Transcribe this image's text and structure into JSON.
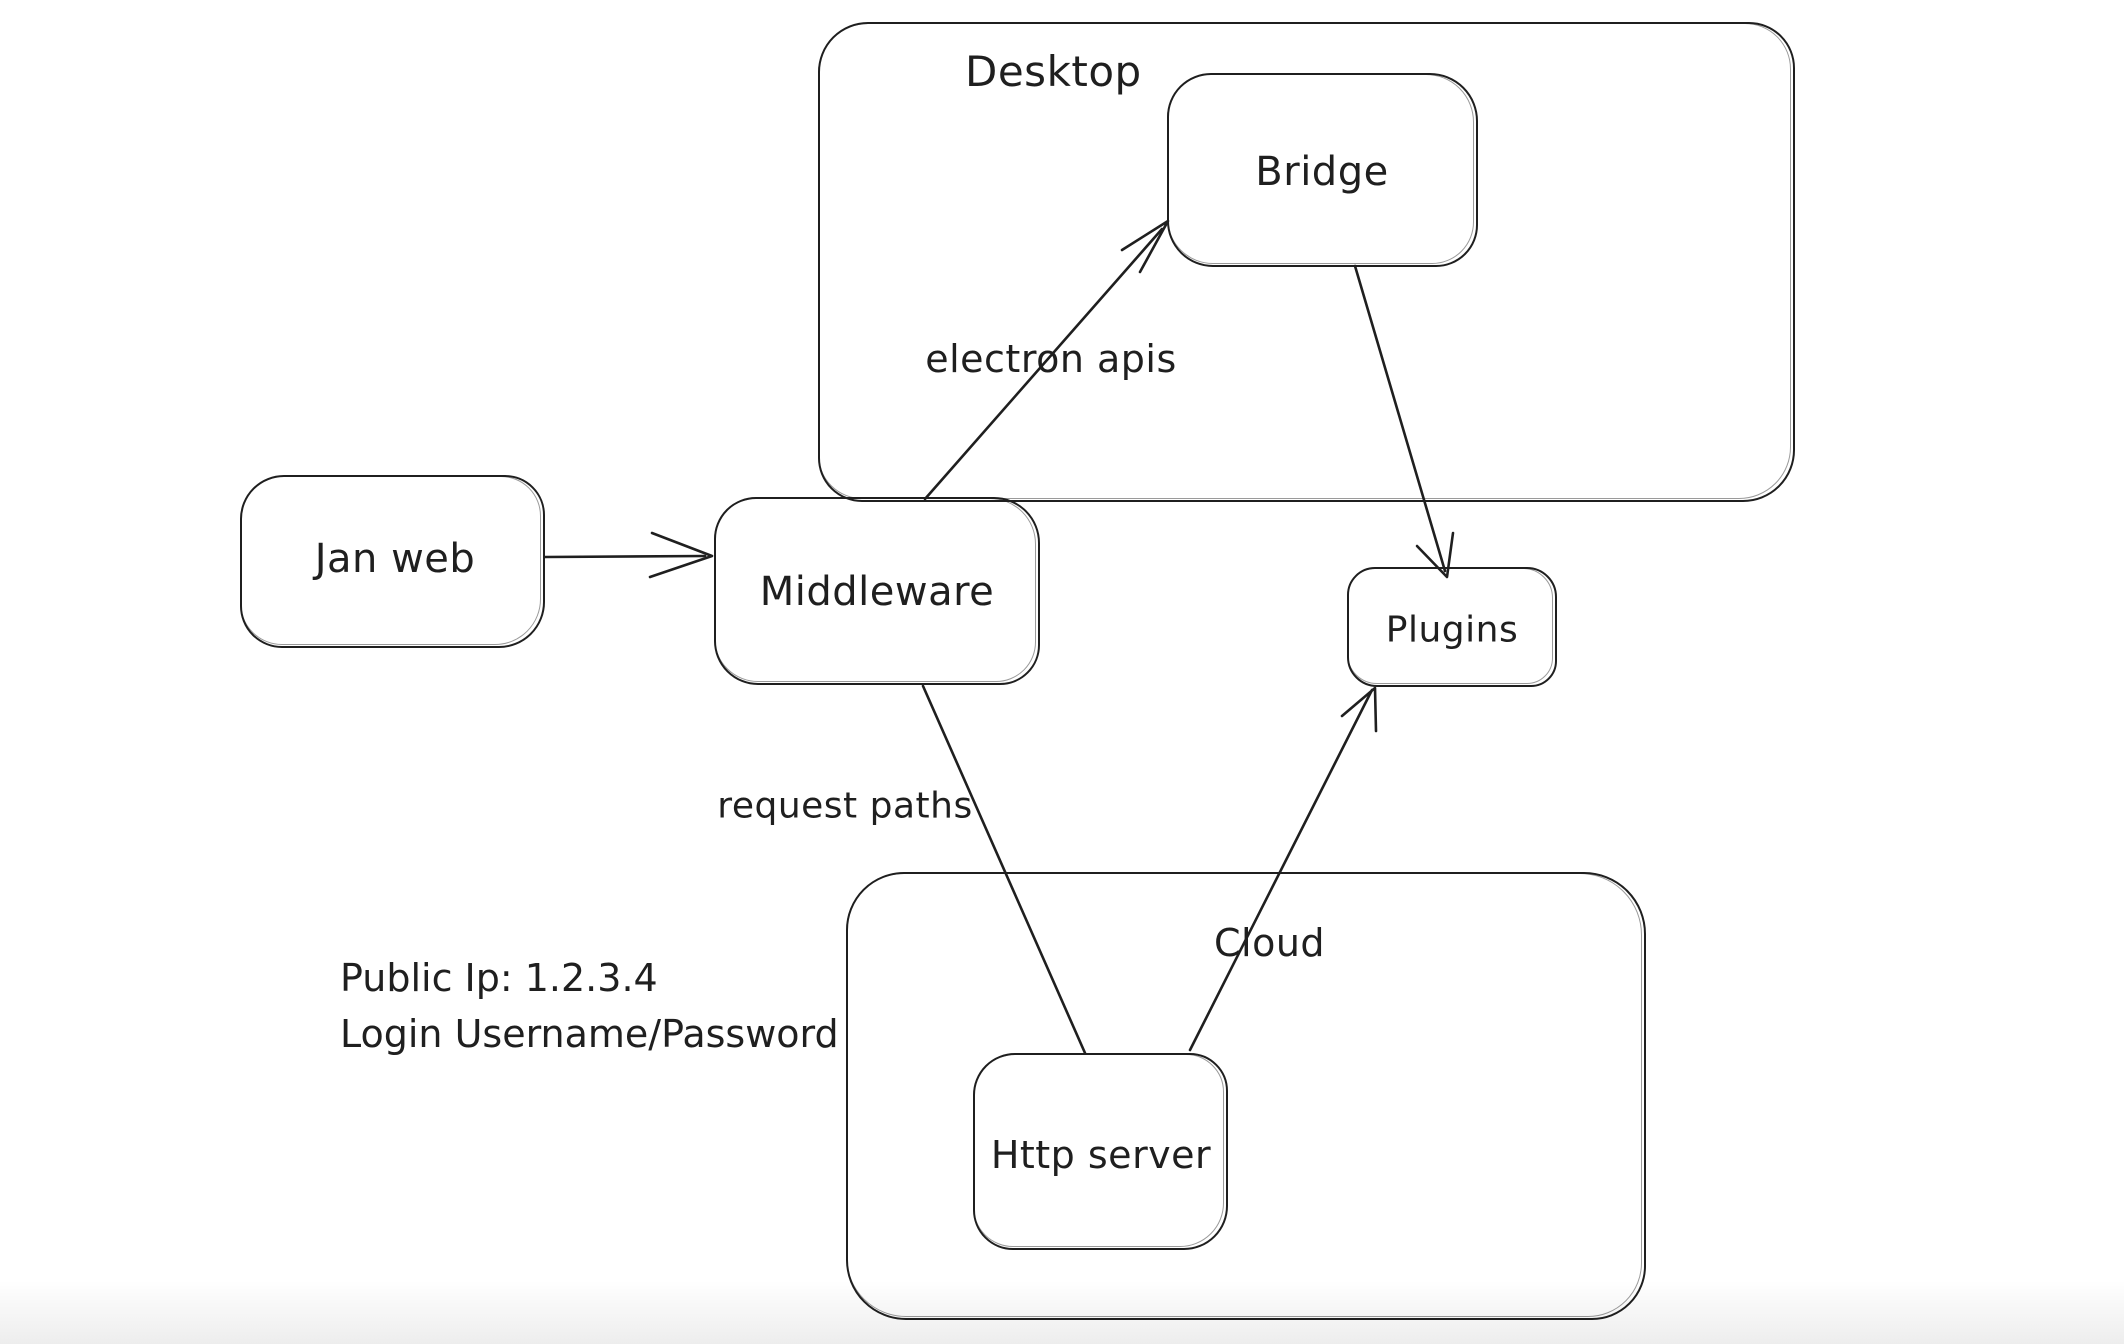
{
  "diagram": {
    "background_color": "#ffffff",
    "stroke_color": "#1f1f1f",
    "containers": [
      {
        "id": "desktop",
        "label": "Desktop"
      },
      {
        "id": "cloud",
        "label": "Cloud"
      }
    ],
    "nodes": [
      {
        "id": "jan-web",
        "label": "Jan web"
      },
      {
        "id": "middleware",
        "label": "Middleware"
      },
      {
        "id": "bridge",
        "label": "Bridge"
      },
      {
        "id": "plugins",
        "label": "Plugins"
      },
      {
        "id": "http-server",
        "label": "Http server"
      }
    ],
    "edges": [
      {
        "from": "jan-web",
        "to": "middleware",
        "label": "",
        "arrowhead": true
      },
      {
        "from": "middleware",
        "to": "bridge",
        "label": "electron apis",
        "arrowhead": true
      },
      {
        "from": "bridge",
        "to": "plugins",
        "label": "",
        "arrowhead": true
      },
      {
        "from": "middleware",
        "to": "http-server",
        "label": "request paths",
        "arrowhead": false
      },
      {
        "from": "http-server",
        "to": "plugins",
        "label": "",
        "arrowhead": true
      }
    ],
    "edge_labels": {
      "electron_apis": "electron apis",
      "request_paths": "request paths"
    },
    "annotations": {
      "line1": "Public Ip: 1.2.3.4",
      "line2": "Login Username/Password"
    }
  }
}
